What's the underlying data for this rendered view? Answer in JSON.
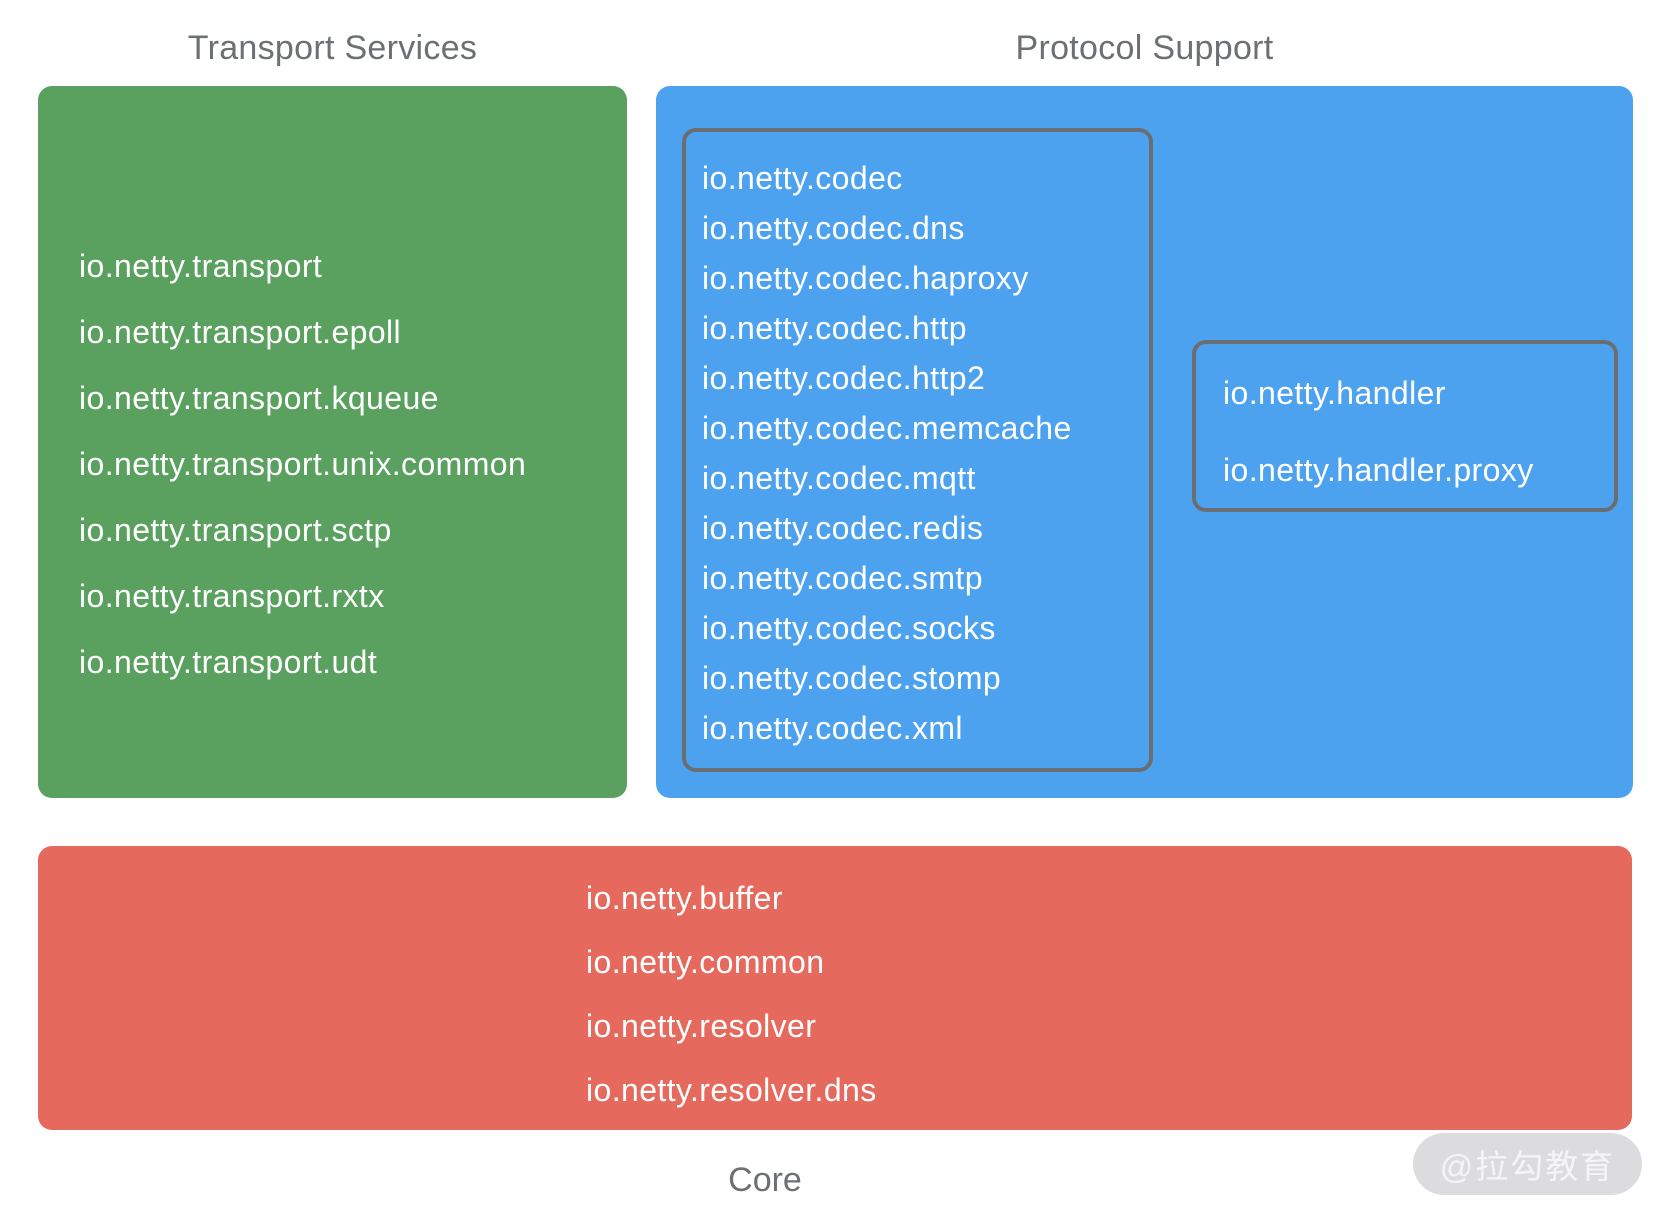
{
  "transport": {
    "title": "Transport Services",
    "packages": [
      "io.netty.transport",
      "io.netty.transport.epoll",
      "io.netty.transport.kqueue",
      "io.netty.transport.unix.common",
      "io.netty.transport.sctp",
      "io.netty.transport.rxtx",
      "io.netty.transport.udt"
    ]
  },
  "protocol": {
    "title": "Protocol Support",
    "codec_packages": [
      "io.netty.codec",
      "io.netty.codec.dns",
      "io.netty.codec.haproxy",
      "io.netty.codec.http",
      "io.netty.codec.http2",
      "io.netty.codec.memcache",
      "io.netty.codec.mqtt",
      "io.netty.codec.redis",
      "io.netty.codec.smtp",
      "io.netty.codec.socks",
      "io.netty.codec.stomp",
      "io.netty.codec.xml"
    ],
    "handler_packages": [
      "io.netty.handler",
      "io.netty.handler.proxy"
    ]
  },
  "core": {
    "title": "Core",
    "packages": [
      "io.netty.buffer",
      "io.netty.common",
      "io.netty.resolver",
      "io.netty.resolver.dns"
    ]
  },
  "watermark": {
    "text": "@拉勾教育"
  },
  "colors": {
    "transport_box": "#5aa05f",
    "protocol_box": "#4da2f0",
    "core_box": "#e56a5d",
    "inner_border": "#6b6e70",
    "title_text": "#6c7073",
    "package_text": "#ffffff",
    "watermark_bg": "#dcdcde"
  }
}
